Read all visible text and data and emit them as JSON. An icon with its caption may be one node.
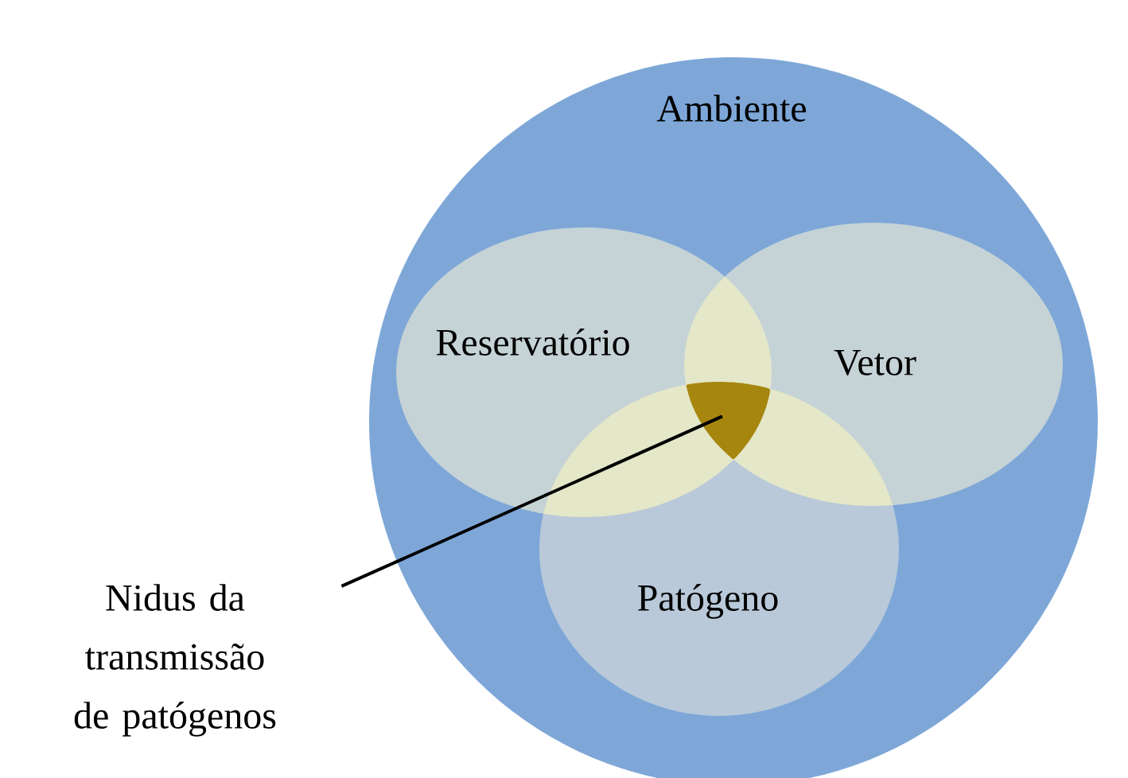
{
  "diagram": {
    "nodes": [
      {
        "text": [
          "Ambiente"
        ]
      },
      {
        "text": [
          "Reservatório"
        ],
        "in": 0
      },
      {
        "text": [
          "Vetor"
        ],
        "in": 0
      },
      {
        "text": [
          "Patógeno"
        ],
        "in": 0
      },
      {
        "text": [
          "Nidus da transmissão de patógenos"
        ]
      },
      {
        "text": [],
        "shape": "triangle"
      }
    ],
    "edges": [
      {
        "from": 4,
        "to": 5,
        "arrow": "none"
      }
    ]
  }
}
